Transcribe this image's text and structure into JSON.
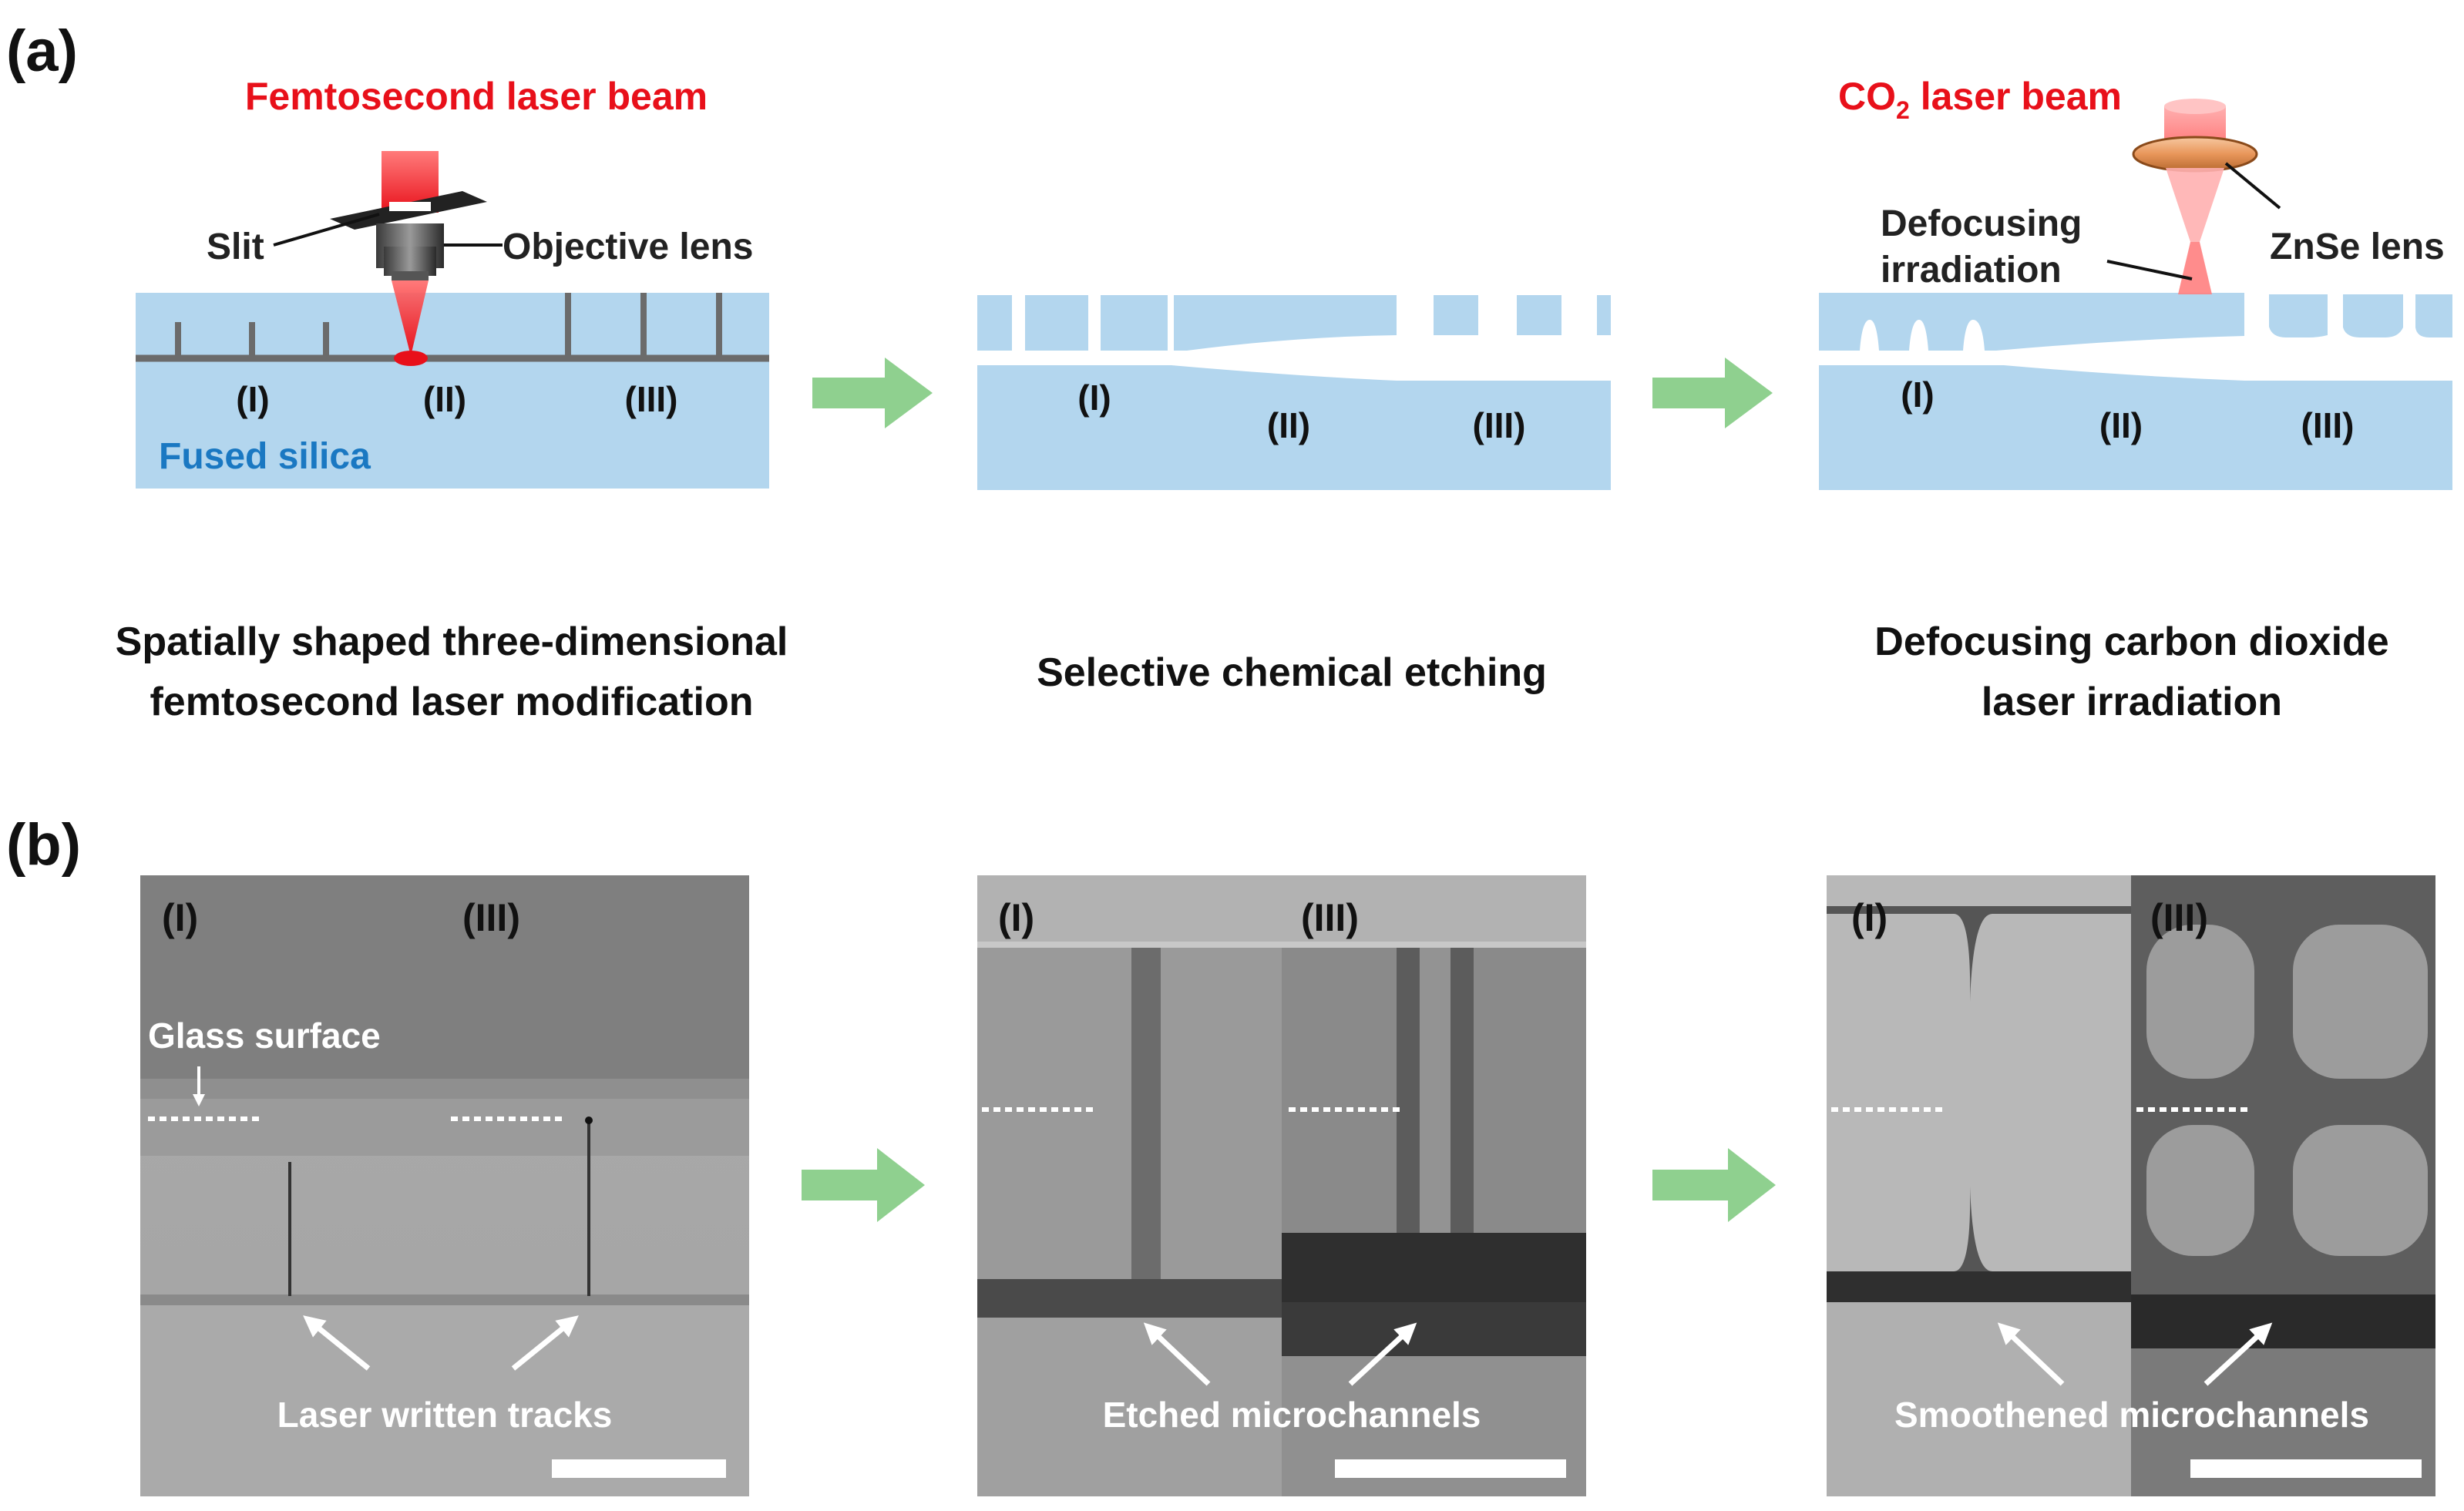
{
  "panel_a": {
    "letter": "(a)",
    "femto_title": "Femtosecond laser beam",
    "co2_title_main": "CO",
    "co2_title_sub": "2",
    "co2_title_rest": " laser beam",
    "slit": "Slit",
    "objective_lens": "Objective lens",
    "fused_silica": "Fused silica",
    "defocusing_line1": "Defocusing",
    "defocusing_line2": "irradiation",
    "znse_lens": "ZnSe lens",
    "roman": [
      "(I)",
      "(II)",
      "(III)"
    ],
    "captions": [
      {
        "line1": "Spatially shaped three-dimensional",
        "line2": "femtosecond laser modification"
      },
      {
        "line1": "Selective chemical etching",
        "line2": ""
      },
      {
        "line1": "Defocusing carbon dioxide",
        "line2": "laser irradiation"
      }
    ]
  },
  "panel_b": {
    "letter": "(b)",
    "roman_left": "(I)",
    "roman_right": "(III)",
    "glass_surface": "Glass surface",
    "labels": [
      "Laser written tracks",
      "Etched microchannels",
      "Smoothened microchannels"
    ]
  },
  "colors": {
    "silica": "#b3d6ee",
    "arrow": "#8fd08f",
    "laser_red": "#e8101a",
    "line_gray": "#6b6b6b"
  }
}
